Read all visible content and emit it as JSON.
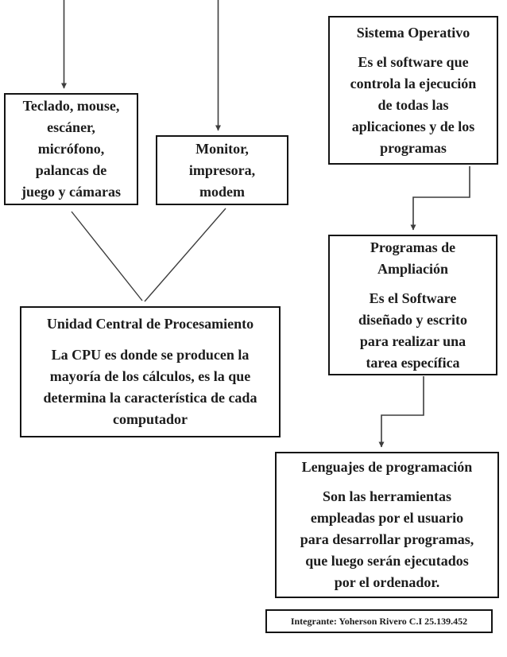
{
  "colors": {
    "background": "#ffffff",
    "text": "#1c1c1c",
    "box_border": "#141414",
    "connector": "#3d3d3d"
  },
  "boxes": {
    "input_devices": {
      "lines": [
        "Teclado, mouse,",
        "escáner,",
        "micrófono,",
        "palancas de",
        "juego y cámaras"
      ]
    },
    "output_devices": {
      "lines": [
        "Monitor,",
        "impresora,",
        "modem"
      ]
    },
    "cpu": {
      "title": [
        "Unidad Central de Procesamiento"
      ],
      "body": [
        "La CPU es donde se producen la",
        "mayoría de los cálculos, es la que",
        "determina la característica de cada",
        "computador"
      ]
    },
    "operating_system": {
      "title": [
        "Sistema Operativo"
      ],
      "body": [
        "Es el software que",
        "controla la ejecución",
        "de todas las",
        "aplicaciones y de los",
        "programas"
      ]
    },
    "extension_programs": {
      "title": [
        "Programas de",
        "Ampliación"
      ],
      "body": [
        "Es el Software",
        "diseñado y escrito",
        "para realizar una",
        "tarea específica"
      ]
    },
    "programming_languages": {
      "title": [
        "Lenguajes de programación"
      ],
      "body": [
        "Son las herramientas",
        "empleadas por el usuario",
        "para desarrollar programas,",
        "que luego serán ejecutados",
        "por el ordenador."
      ]
    },
    "footer": {
      "text": "Integrante: Yoherson Rivero C.I 25.139.452"
    }
  }
}
